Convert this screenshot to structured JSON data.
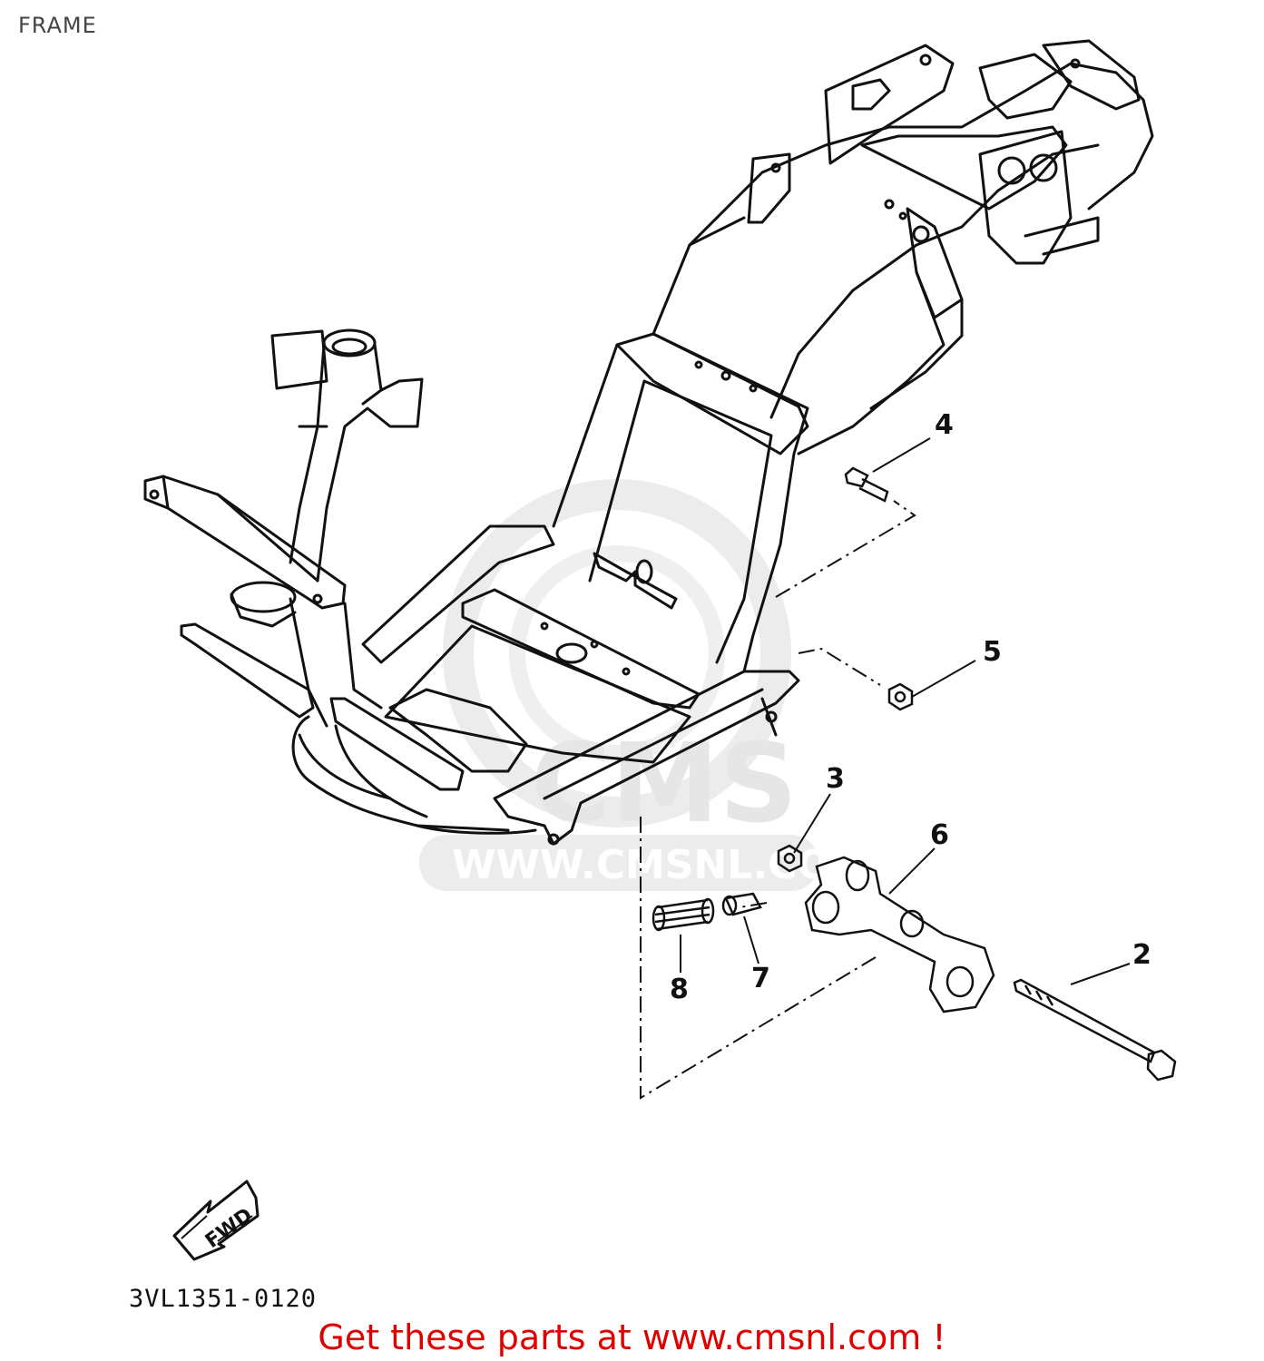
{
  "header": {
    "title": "FRAME"
  },
  "watermark": {
    "brand": "CMS",
    "url": "WWW.CMSNL.COM"
  },
  "callouts": [
    {
      "id": "2",
      "label": "2"
    },
    {
      "id": "3",
      "label": "3"
    },
    {
      "id": "4",
      "label": "4"
    },
    {
      "id": "5",
      "label": "5"
    },
    {
      "id": "6",
      "label": "6"
    },
    {
      "id": "7",
      "label": "7"
    },
    {
      "id": "8",
      "label": "8"
    }
  ],
  "direction_arrow": {
    "label": "FWD"
  },
  "diagram_code": "3VL1351-0120",
  "footer": {
    "promo": "Get these parts at www.cmsnl.com !",
    "promo_color": "#e00000"
  },
  "colors": {
    "line": "#111111",
    "watermark": "#e4e4e4"
  }
}
